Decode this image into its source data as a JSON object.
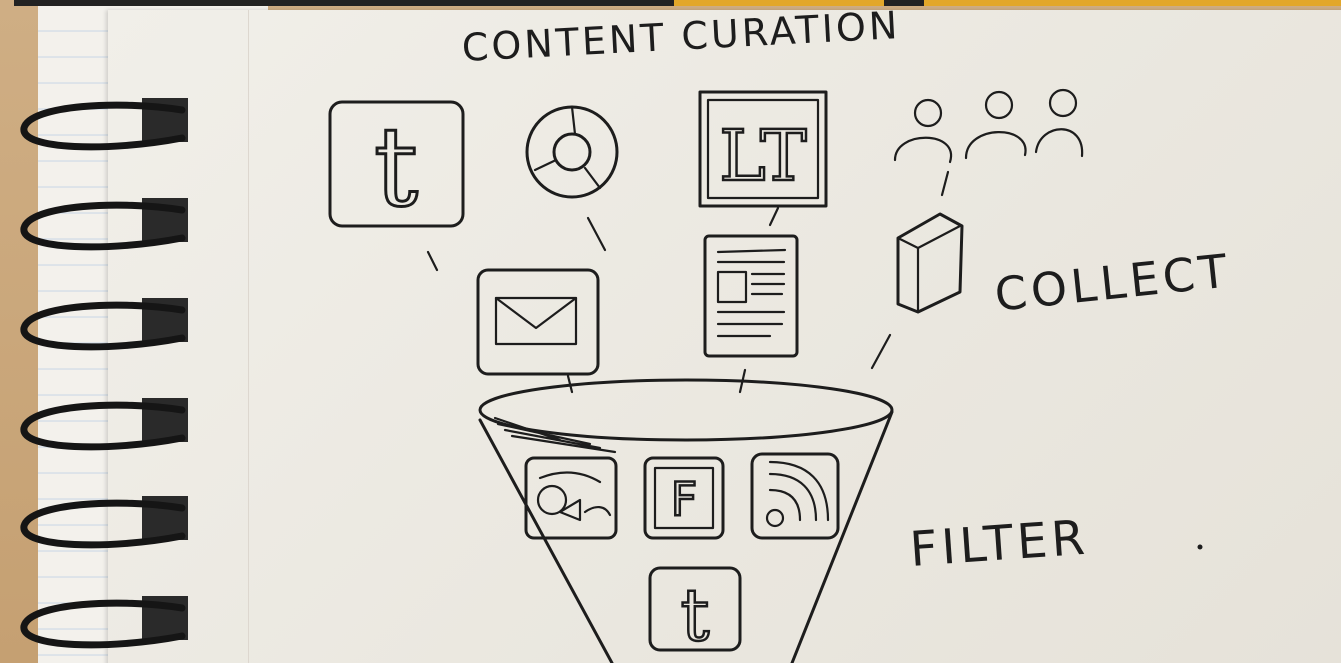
{
  "sketch": {
    "title": "CONTENT CURATION",
    "stages": [
      {
        "label": "COLLECT"
      },
      {
        "label": "FILTER"
      }
    ],
    "icons": {
      "collect_row": [
        "tumblr-icon",
        "chrome-icon",
        "librarything-icon",
        "people-icon"
      ],
      "second_row": [
        "email-icon",
        "newspaper-icon",
        "book-icon"
      ],
      "funnel_row": [
        "flickr-icon",
        "friendfeed-icon",
        "rss-icon"
      ],
      "funnel_bottom": [
        "tumblr-icon"
      ]
    },
    "icon_text": {
      "tumblr_letter": "t",
      "librarything_letters": "LT",
      "friendfeed_letter": "F"
    },
    "colors": {
      "ink": "#1d1d1d",
      "paper": "#eeece6",
      "desk": "#c9a77a",
      "spiral": "#151515"
    }
  }
}
